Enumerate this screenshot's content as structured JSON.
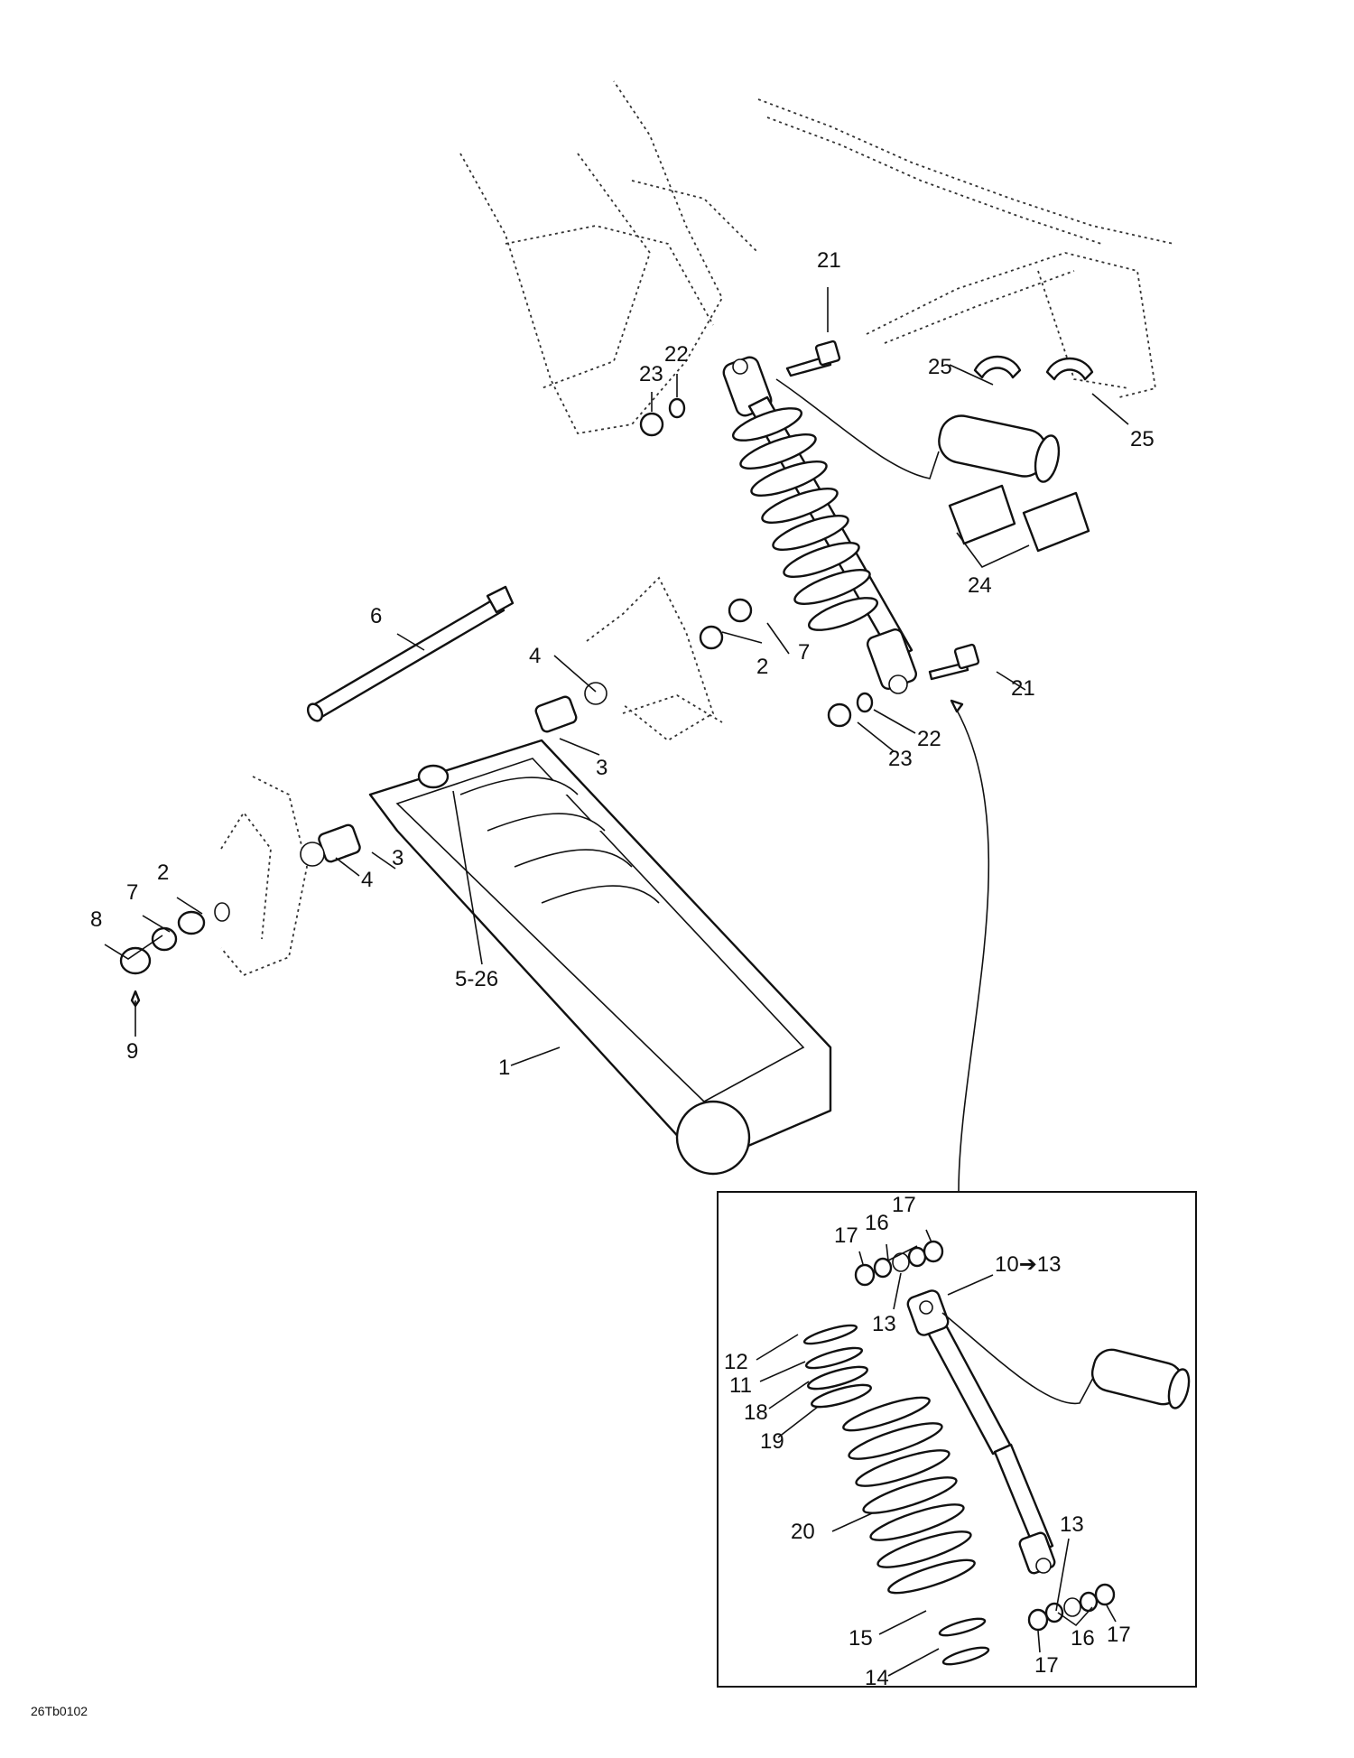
{
  "diagram_code": "26Tb0102",
  "callouts": {
    "p1": "1",
    "p2a": "2",
    "p2b": "2",
    "p3a": "3",
    "p3b": "3",
    "p4a": "4",
    "p4b": "4",
    "p5_26": "5-26",
    "p6": "6",
    "p7a": "7",
    "p7b": "7",
    "p8": "8",
    "p9": "9",
    "p21a": "21",
    "p21b": "21",
    "p22a": "22",
    "p22b": "22",
    "p23a": "23",
    "p23b": "23",
    "p24": "24",
    "p25a": "25",
    "p25b": "25"
  },
  "inset": {
    "p10_13": "10➔13",
    "p11": "11",
    "p12": "12",
    "p13a": "13",
    "p13b": "13",
    "p14": "14",
    "p15": "15",
    "p16a": "16",
    "p16b": "16",
    "p17a": "17",
    "p17b": "17",
    "p17c": "17",
    "p17d": "17",
    "p18": "18",
    "p19": "19",
    "p20": "20"
  }
}
